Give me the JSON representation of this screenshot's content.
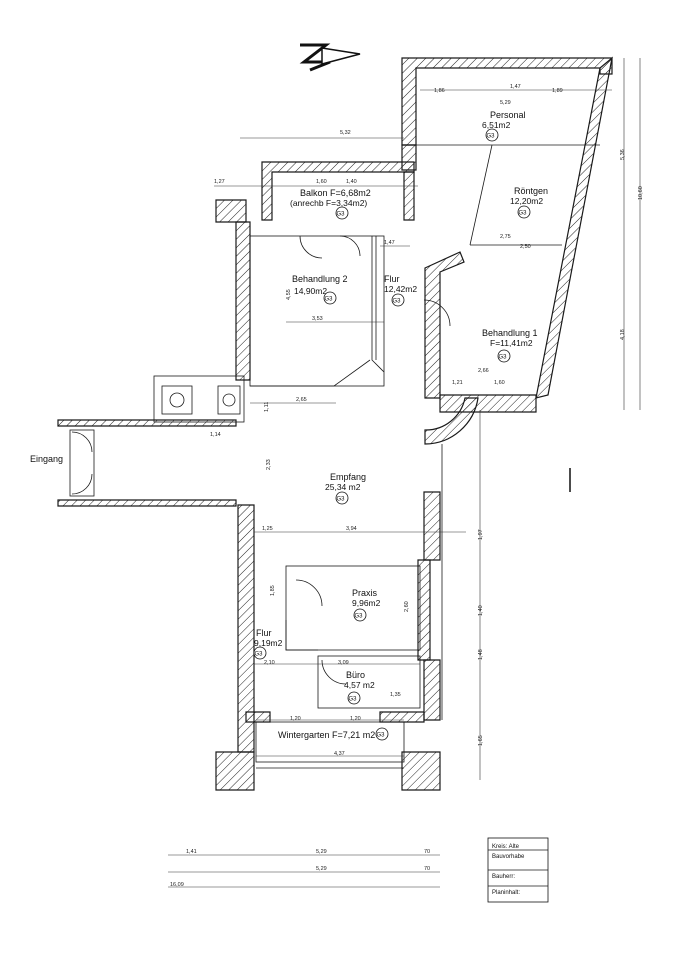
{
  "plan": {
    "entrance_label": "Eingang",
    "rooms": [
      {
        "id": "personal",
        "name": "Personal",
        "area": "6,51m2",
        "code": "G3"
      },
      {
        "id": "roentgen",
        "name": "Röntgen",
        "area": "12,20m2",
        "code": "G3"
      },
      {
        "id": "balkon",
        "name": "Balkon  F=6,68m2",
        "area": "(anrechb F=3,34m2)",
        "code": "G3"
      },
      {
        "id": "behandlung2",
        "name": "Behandlung 2",
        "area": "14,90m2",
        "code": "G3"
      },
      {
        "id": "flur1",
        "name": "Flur",
        "area": "12,42m2",
        "code": "G3"
      },
      {
        "id": "behandlung1",
        "name": "Behandlung 1",
        "area": "F=11,41m2",
        "code": "G3"
      },
      {
        "id": "empfang",
        "name": "Empfang",
        "area": "25,34 m2",
        "code": "G3"
      },
      {
        "id": "praxis",
        "name": "Praxis",
        "area": "9,96m2",
        "code": "G3"
      },
      {
        "id": "flur2",
        "name": "Flur",
        "area": "9,19m2",
        "code": "G3"
      },
      {
        "id": "buero",
        "name": "Büro",
        "area": "4,57 m2",
        "code": "G3"
      },
      {
        "id": "wintergarten",
        "name": "Wintergarten F=7,21 m2",
        "area": "",
        "code": "G3"
      }
    ],
    "dimensions": {
      "top_532": "5,32",
      "top_127": "1,27",
      "top_160": "1,60",
      "balkon_140": "1,40",
      "personal_529": "5,29",
      "personal_186": "1,86",
      "personal_189": "1,89",
      "personal_147": "1,47",
      "roentgen_250": "2,50",
      "roentgen_275": "2,75",
      "flur_147": "1,47",
      "b2_353": "3,53",
      "b2_455": "4,55",
      "b2_265": "2,65",
      "b1_266": "2,66",
      "b1_121": "1,21",
      "b1_160": "1,60",
      "emp_125": "1,25",
      "emp_394": "3,94",
      "emp_233": "2,33",
      "praxis_260": "2,60",
      "praxis_185": "1,85",
      "buero_309": "3,09",
      "buero_135": "1,35",
      "flur2_210": "2,10",
      "wg_120a": "1,20",
      "wg_120b": "1,20",
      "wg_437": "4,37",
      "right_1060": "10,60",
      "right_536": "5,36",
      "right_418": "4,18",
      "right_197": "1,97",
      "right_140": "1,40",
      "right_148": "1,48",
      "right_165": "1,65",
      "bottom_141": "1,41",
      "bottom_529a": "5,29",
      "bottom_529b": "5,29",
      "bottom_70a": "70",
      "bottom_70b": "70",
      "bottom_1609": "16,09",
      "wc_114": "1,14",
      "wc_111": "1,11"
    },
    "title_block": {
      "kreis": "Kreis: Alte",
      "bauvorhaben": "Bauvorhabe",
      "bauherr": "Bauherr:",
      "planinhalt": "Planinhalt:"
    },
    "north_arrow": "north-arrow-icon"
  }
}
